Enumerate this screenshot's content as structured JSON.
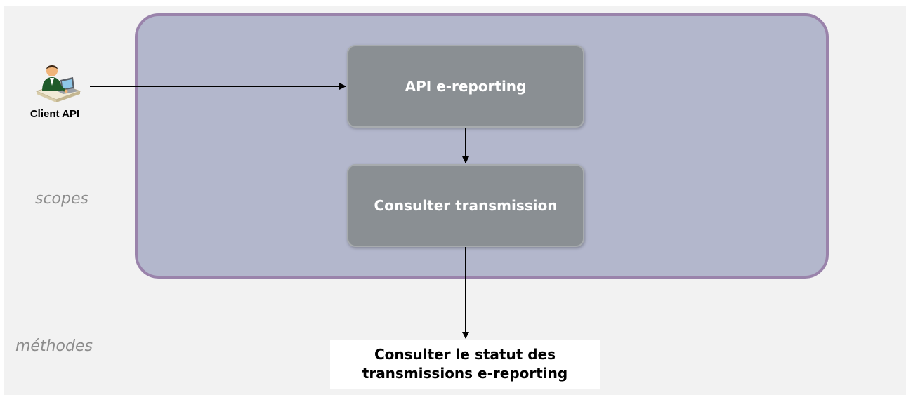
{
  "diagram": {
    "client": {
      "label": "Client API",
      "icon": "person-at-computer-icon"
    },
    "scope_container": {
      "fill": "#b3b7cc",
      "border": "#9a83ab"
    },
    "nodes": {
      "api": "API e-reporting",
      "consult": "Consulter transmission"
    },
    "method": {
      "line1": "Consulter le statut des",
      "line2": "transmissions e-reporting"
    },
    "row_labels": {
      "scopes": "scopes",
      "methodes": "méthodes"
    },
    "colors": {
      "node_fill": "#8a8f93",
      "arrow": "#000000",
      "background": "#f2f2f2"
    }
  }
}
